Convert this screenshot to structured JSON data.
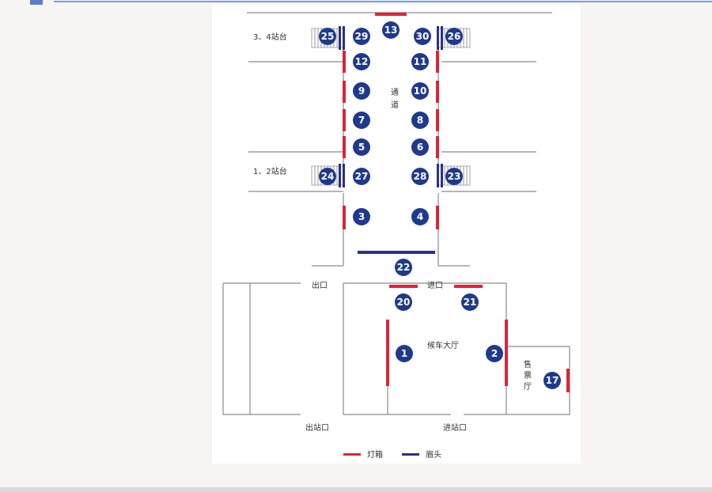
{
  "colors": {
    "accent_blue": "#5b7cc8",
    "lightbox_red": "#d9253a",
    "lintel_navy": "#2b3088",
    "marker_navy": "#1f3a8c",
    "wall_gray": "#8a8a8a"
  },
  "labels": {
    "platform_34": "3、4站台",
    "platform_12": "1、2站台",
    "passage_1": "通",
    "passage_2": "道",
    "exit": "出口",
    "entrance": "进口",
    "waiting_hall": "候车大厅",
    "ticket_1": "售",
    "ticket_2": "票",
    "ticket_3": "厅",
    "exit_station": "出站口",
    "enter_station": "进站口"
  },
  "legend": {
    "lightbox": "灯箱",
    "lintel": "眉头"
  },
  "markers": {
    "m1": "1",
    "m2": "2",
    "m3": "3",
    "m4": "4",
    "m5": "5",
    "m6": "6",
    "m7": "7",
    "m8": "8",
    "m9": "9",
    "m10": "10",
    "m11": "11",
    "m12": "12",
    "m13": "13",
    "m17": "17",
    "m20": "20",
    "m21": "21",
    "m22": "22",
    "m23": "23",
    "m24": "24",
    "m25": "25",
    "m26": "26",
    "m27": "27",
    "m28": "28",
    "m29": "29",
    "m30": "30"
  }
}
